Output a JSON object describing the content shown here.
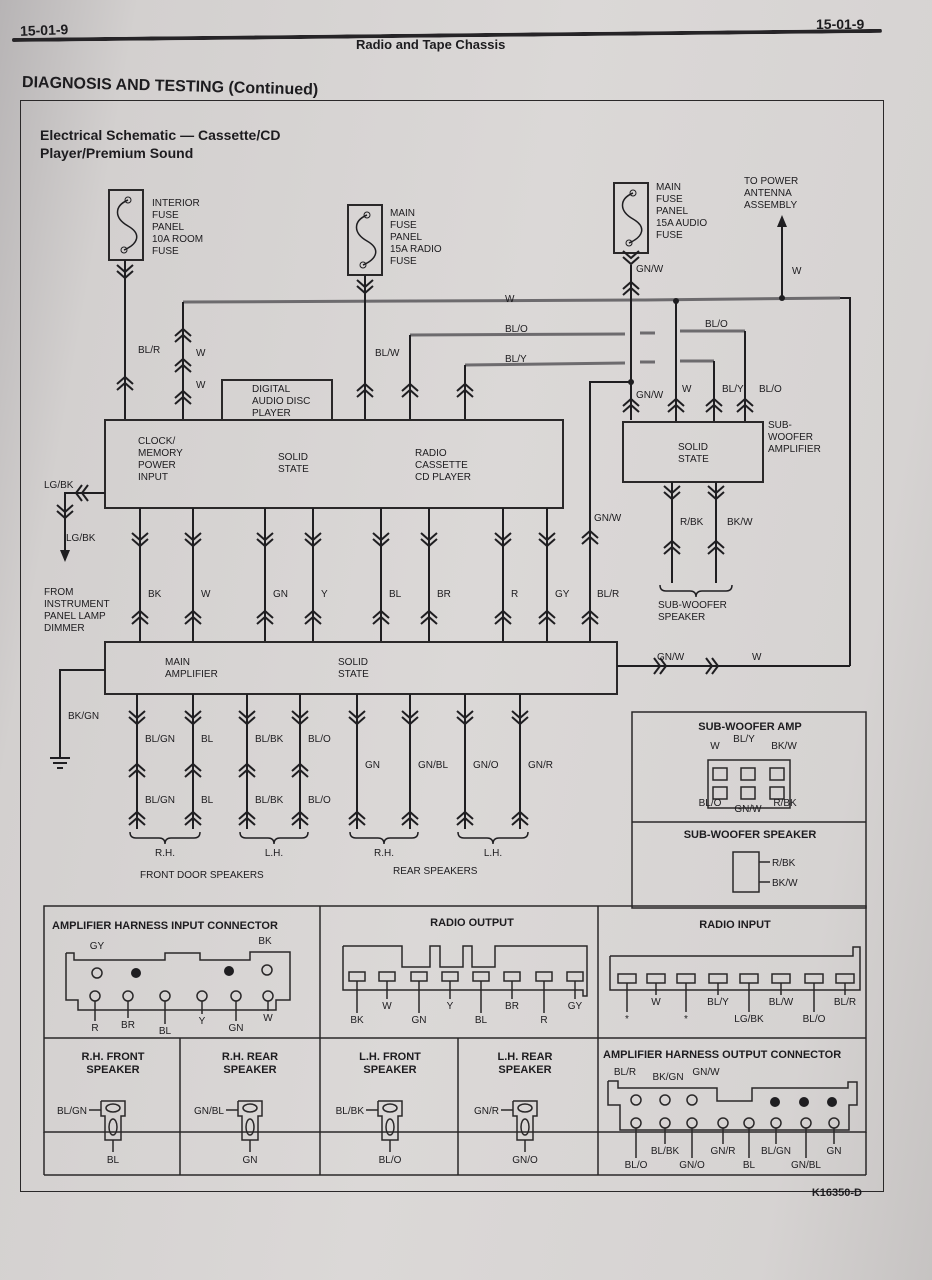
{
  "header": {
    "page_number_left": "15-01-9",
    "page_number_right": "15-01-9",
    "chapter_title": "Radio and Tape Chassis",
    "section_title": "DIAGNOSIS AND TESTING (Continued)"
  },
  "figure": {
    "title": "Electrical Schematic — Cassette/CD Player/Premium Sound",
    "figure_id": "K16350-D"
  },
  "schematic": {
    "fuses": [
      {
        "lines": [
          "INTERIOR",
          "FUSE",
          "PANEL",
          "10A ROOM",
          "FUSE"
        ],
        "wire": "BL/R"
      },
      {
        "lines": [
          "MAIN",
          "FUSE",
          "PANEL",
          "15A RADIO",
          "FUSE"
        ],
        "wire": "BL/W"
      },
      {
        "lines": [
          "MAIN",
          "FUSE",
          "PANEL",
          "15A AUDIO",
          "FUSE"
        ],
        "wire": "GN/W"
      }
    ],
    "antenna_label": [
      "TO POWER",
      "ANTENNA",
      "ASSEMBLY"
    ],
    "components": {
      "radio": {
        "left": [
          "CLOCK/",
          "MEMORY",
          "POWER",
          "INPUT"
        ],
        "center": [
          "SOLID",
          "STATE"
        ],
        "right": [
          "RADIO",
          "CASSETTE",
          "CD PLAYER"
        ]
      },
      "dadp": [
        "DIGITAL",
        "AUDIO DISC",
        "PLAYER"
      ],
      "subwoofer_amp": {
        "center": [
          "SOLID",
          "STATE"
        ],
        "side": [
          "SUB-",
          "WOOFER",
          "AMPLIFIER"
        ]
      },
      "main_amp": {
        "left": [
          "MAIN",
          "AMPLIFIER"
        ],
        "center": [
          "SOLID",
          "STATE"
        ]
      }
    },
    "bus_wires": [
      "W",
      "BL/O",
      "BL/Y"
    ],
    "radio_top_inputs": [
      "BL/R",
      "W",
      "W",
      "BL/W"
    ],
    "subamp_inputs": [
      "GN/W",
      "W",
      "BL/Y",
      "BL/O"
    ],
    "antenna_wire": "W",
    "dimmer": {
      "wire_out": "LG/BK",
      "wire_down": "LG/BK",
      "label": [
        "FROM",
        "INSTRUMENT",
        "PANEL LAMP",
        "DIMMER"
      ]
    },
    "radio_to_amp_wires": [
      "BK",
      "W",
      "GN",
      "Y",
      "BL",
      "BR",
      "R",
      "GY"
    ],
    "audio_fuse_riser": [
      "GN/W",
      "BL/R"
    ],
    "sub_speaker_wires": [
      "R/BK",
      "BK/W"
    ],
    "sub_speaker_label": [
      "SUB-WOOFER",
      "SPEAKER"
    ],
    "amp_out_wires": [
      "GN/W",
      "W"
    ],
    "ground_wire": "BK/GN",
    "front_speaker_wires": [
      "BL/GN",
      "BL",
      "BL/BK",
      "BL/O"
    ],
    "rear_speaker_wires": [
      "GN",
      "GN/BL",
      "GN/O",
      "GN/R"
    ],
    "speaker_groups": [
      "R.H.",
      "L.H.",
      "R.H.",
      "L.H."
    ],
    "front_group_label": "FRONT DOOR SPEAKERS",
    "rear_group_label": "REAR SPEAKERS"
  },
  "connectors": {
    "subwoofer_amp": {
      "title": "SUB-WOOFER AMP",
      "top": [
        "W",
        "BL/Y",
        "BK/W"
      ],
      "bottom": [
        "BL/O",
        "GN/W",
        "R/BK"
      ]
    },
    "subwoofer_speaker": {
      "title": "SUB-WOOFER SPEAKER",
      "pins": [
        "R/BK",
        "BK/W"
      ]
    },
    "amp_input": {
      "title": "AMPLIFIER HARNESS INPUT CONNECTOR",
      "top": [
        "GY",
        "",
        "",
        "BK"
      ],
      "bottom": [
        "R",
        "BR",
        "BL",
        "Y",
        "GN",
        "W"
      ]
    },
    "radio_output": {
      "title": "RADIO OUTPUT",
      "pins": [
        "BK",
        "W",
        "GN",
        "Y",
        "BL",
        "BR",
        "R",
        "GY"
      ]
    },
    "radio_input": {
      "title": "RADIO INPUT",
      "pins": [
        "*",
        "W",
        "*",
        "BL/Y",
        "LG/BK",
        "BL/W",
        "BL/O",
        "BL/R"
      ]
    },
    "rh_front": {
      "title": [
        "R.H. FRONT",
        "SPEAKER"
      ],
      "side": "BL/GN",
      "bottom": "BL"
    },
    "rh_rear": {
      "title": [
        "R.H. REAR",
        "SPEAKER"
      ],
      "side": "GN/BL",
      "bottom": "GN"
    },
    "lh_front": {
      "title": [
        "L.H. FRONT",
        "SPEAKER"
      ],
      "side": "BL/BK",
      "bottom": "BL/O"
    },
    "lh_rear": {
      "title": [
        "L.H. REAR",
        "SPEAKER"
      ],
      "side": "GN/R",
      "bottom": "GN/O"
    },
    "amp_output": {
      "title": "AMPLIFIER HARNESS OUTPUT CONNECTOR",
      "top": [
        "BL/R",
        "BK/GN",
        "GN/W"
      ],
      "bottom": [
        "BL/O",
        "BL/BK",
        "GN/O",
        "GN/R",
        "BL",
        "BL/GN",
        "GN/BL",
        "GN"
      ]
    }
  }
}
